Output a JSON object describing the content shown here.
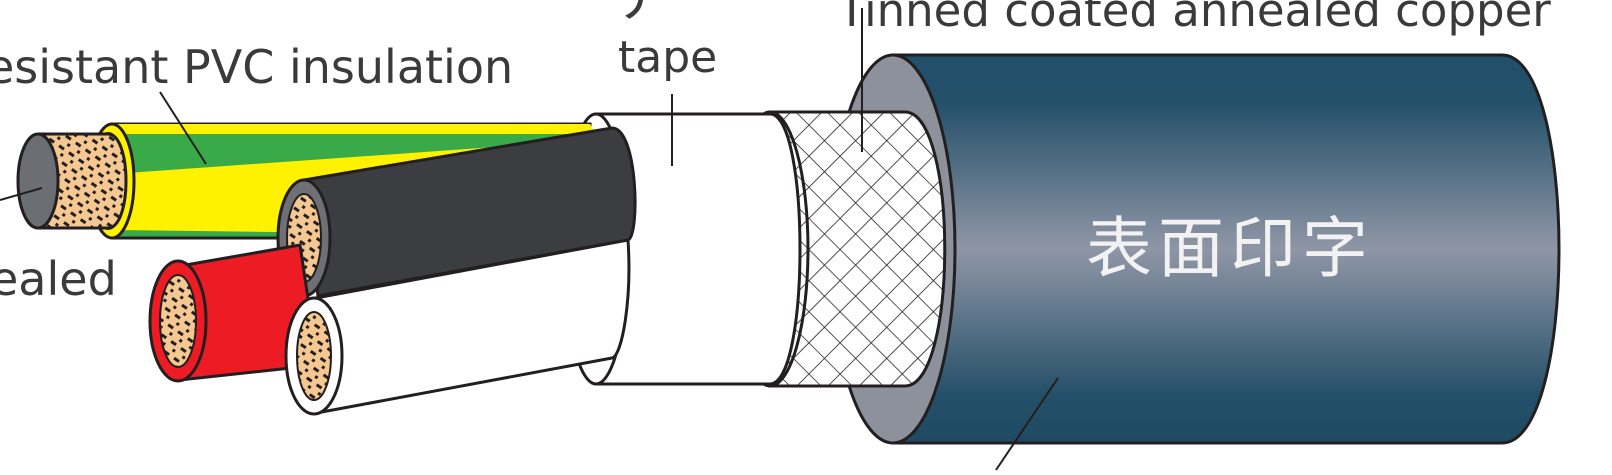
{
  "labels": {
    "braid_shield": "Tinned coated annealed copper",
    "insulation": "esistant PVC insulation",
    "tape": "tape",
    "conductor": "ealed",
    "jacket_print": "表面印字",
    "top_glyph": "テ ゛"
  },
  "colors": {
    "jacket_dark": "#22506a",
    "jacket_light": "#8f96a6",
    "jacket_end": "#8c919b",
    "jacket_end_inner": "#7c808a",
    "tape": "#ffffff",
    "green_core": "#3aaa48",
    "yellow_stripe": "#fff200",
    "black_core": "#3b3d40",
    "red_core": "#ed1c24",
    "white_core": "#ffffff",
    "copper": "#f4c890",
    "outline": "#231f20",
    "label_text": "#3a3a3a"
  },
  "icons": [
    "cable-cross-section-illustration"
  ]
}
